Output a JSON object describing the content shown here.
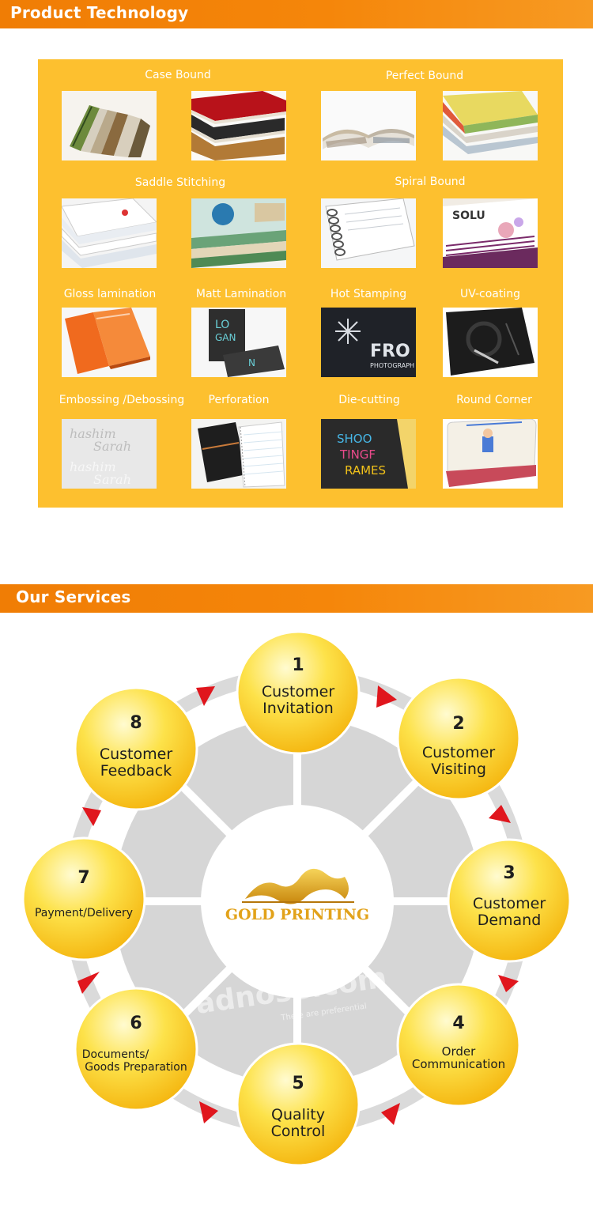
{
  "product_section": {
    "title": "Product Technology",
    "groups": [
      {
        "label": "Case Bound"
      },
      {
        "label": "Perfect Bound"
      },
      {
        "label": "Saddle Stitching"
      },
      {
        "label": "Spiral Bound"
      }
    ],
    "items": [
      {
        "label": "Gloss lamination"
      },
      {
        "label": "Matt Lamination"
      },
      {
        "label": "Hot Stamping"
      },
      {
        "label": "UV-coating"
      },
      {
        "label": "Embossing /Debossing"
      },
      {
        "label": "Perforation"
      },
      {
        "label": "Die-cutting"
      },
      {
        "label": "Round Corner"
      }
    ],
    "image_texts": {
      "emboss_1": "hashim",
      "emboss_2": "Sarah",
      "emboss_3": "hashim",
      "emboss_4": "Sarah",
      "matt_1": "LO",
      "matt_2": "GAN",
      "hot_stamp": "FRO",
      "hot_stamp_2": "PHOTOGRAPH",
      "die_1": "SHOO",
      "die_2": "TINGF",
      "die_3": "RAMES",
      "spiral": "SOLU"
    }
  },
  "services_section": {
    "title": "Our Services",
    "logo_text": "GOLD PRINTING",
    "watermark": "adnose.com",
    "watermark_sub": "There are preferential",
    "steps": [
      {
        "number": "1",
        "lines": [
          "Customer",
          "Invitation"
        ]
      },
      {
        "number": "2",
        "lines": [
          "Customer",
          "Visiting"
        ]
      },
      {
        "number": "3",
        "lines": [
          "Customer",
          "Demand"
        ]
      },
      {
        "number": "4",
        "lines": [
          "Order",
          "Communication"
        ]
      },
      {
        "number": "5",
        "lines": [
          "Quality",
          "Control"
        ]
      },
      {
        "number": "6",
        "lines": [
          "Documents/",
          "Goods Preparation"
        ]
      },
      {
        "number": "7",
        "lines": [
          "Payment/Delivery"
        ]
      },
      {
        "number": "8",
        "lines": [
          "Customer",
          "Feedback"
        ]
      }
    ]
  },
  "colors": {
    "orange": "#f5860a",
    "panel_yellow": "#fdc02f",
    "circle_yellow": "#fde24a",
    "arrow_red": "#e0161d",
    "ring_grey": "#d9d9d9"
  }
}
